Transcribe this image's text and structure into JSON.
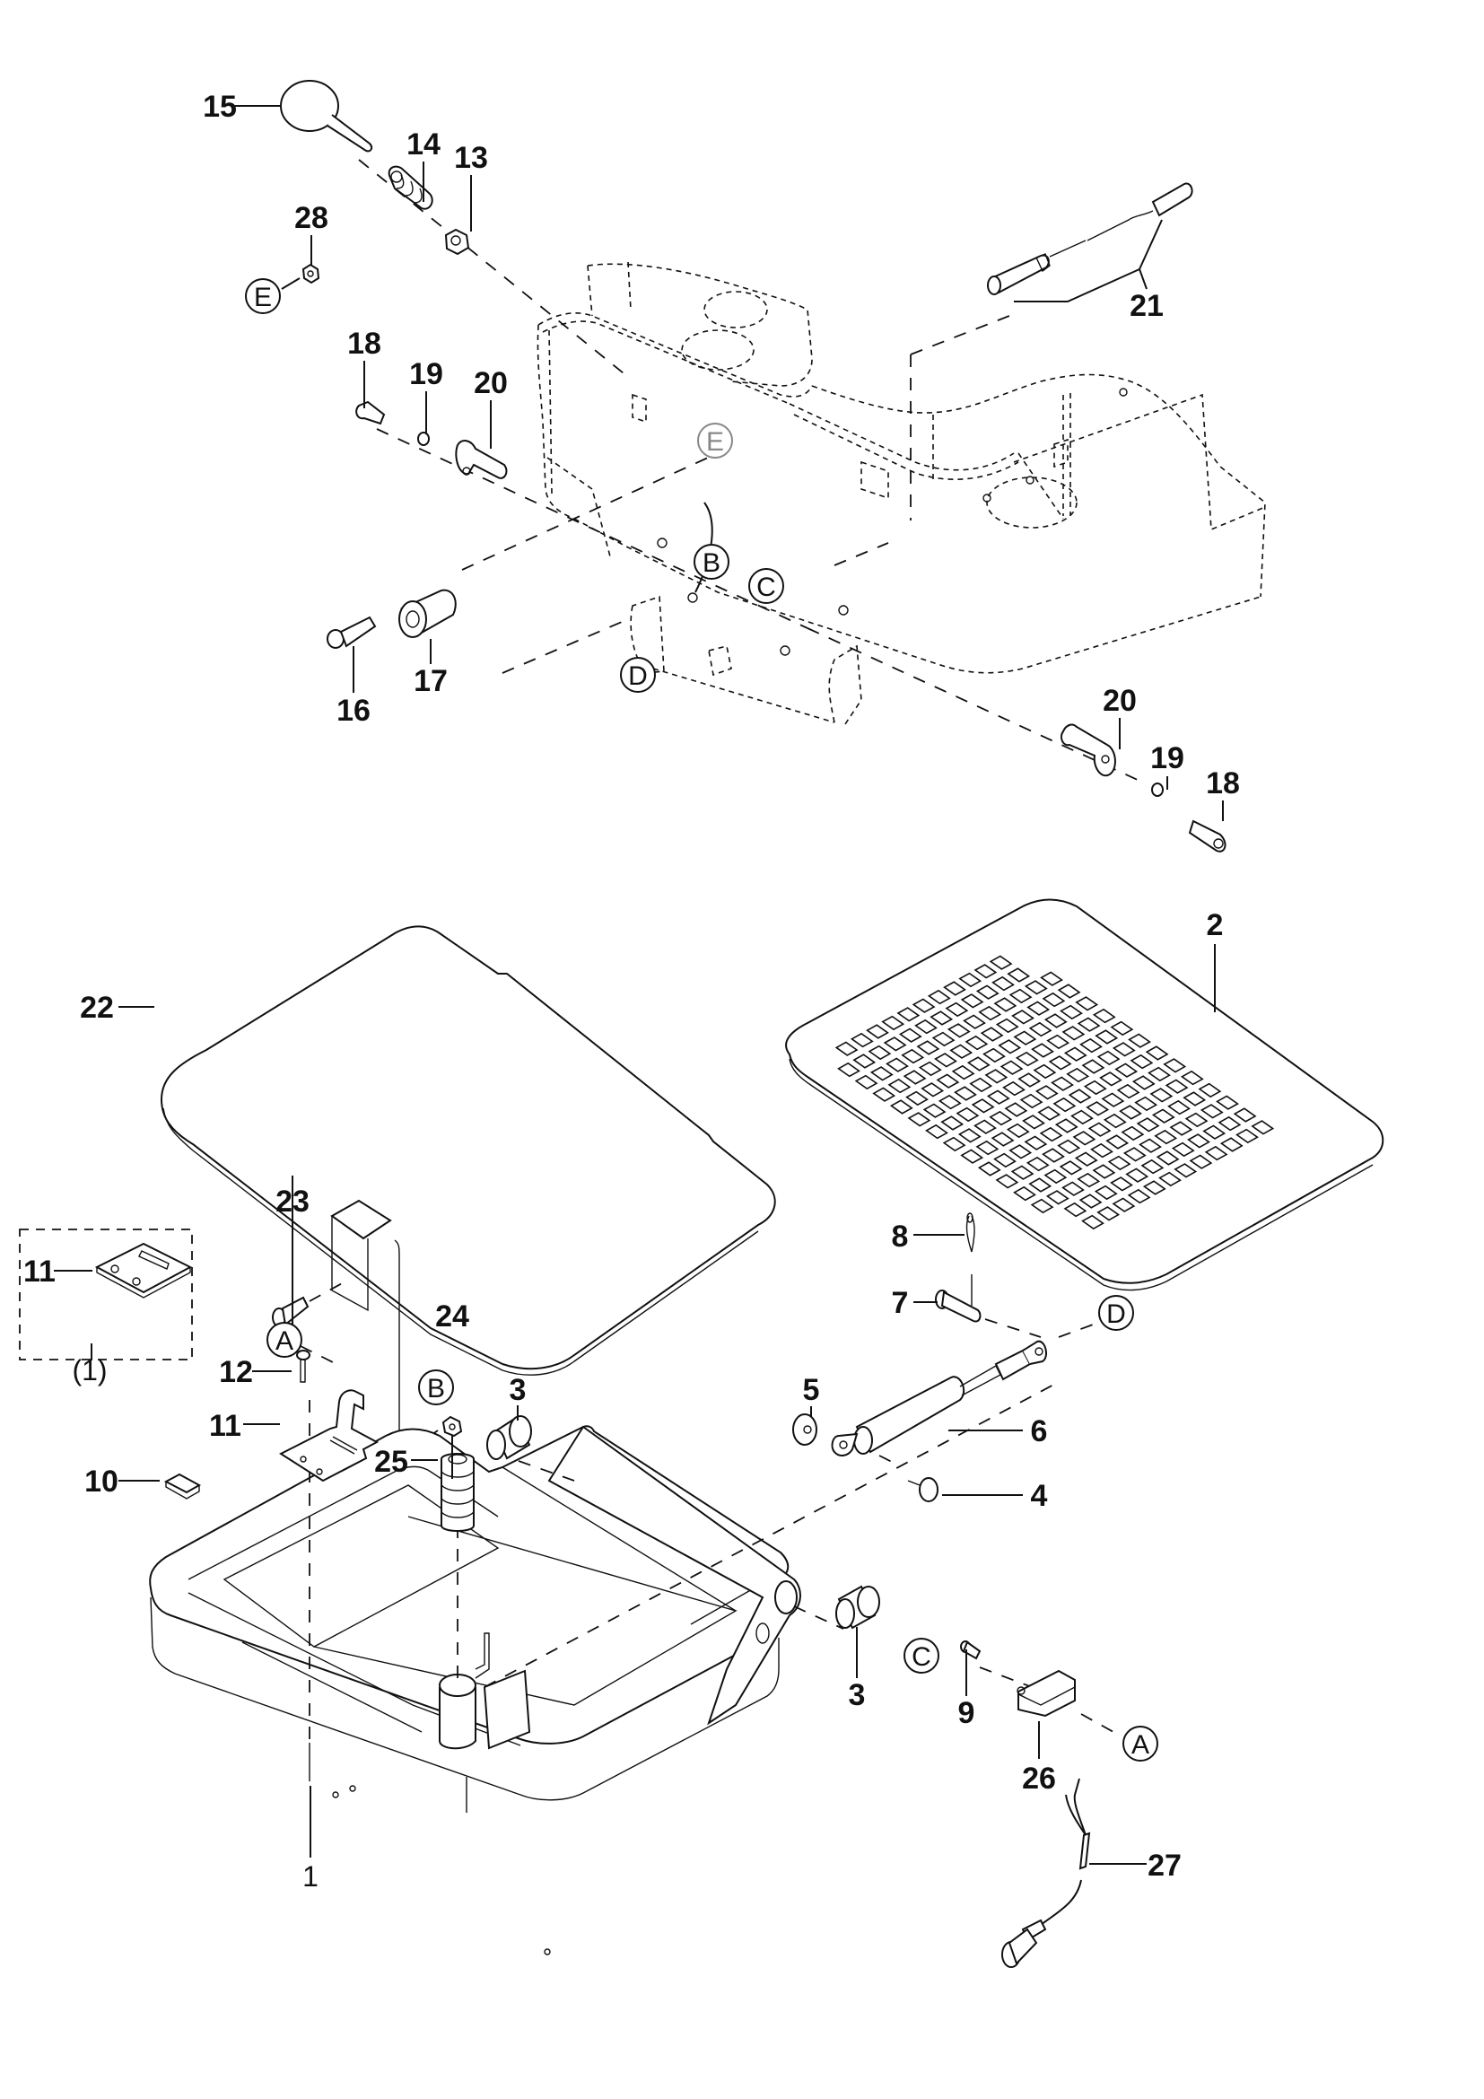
{
  "diagram": {
    "title": "",
    "type": "exploded parts diagram",
    "callouts": [
      {
        "id": "c15",
        "label": "15"
      },
      {
        "id": "c14",
        "label": "14"
      },
      {
        "id": "c13",
        "label": "13"
      },
      {
        "id": "c28",
        "label": "28"
      },
      {
        "id": "c18a",
        "label": "18"
      },
      {
        "id": "c19a",
        "label": "19"
      },
      {
        "id": "c20a",
        "label": "20"
      },
      {
        "id": "c21",
        "label": "21"
      },
      {
        "id": "c16",
        "label": "16"
      },
      {
        "id": "c17",
        "label": "17"
      },
      {
        "id": "c20b",
        "label": "20"
      },
      {
        "id": "c19b",
        "label": "19"
      },
      {
        "id": "c18b",
        "label": "18"
      },
      {
        "id": "c2",
        "label": "2"
      },
      {
        "id": "c22",
        "label": "22"
      },
      {
        "id": "c23",
        "label": "23"
      },
      {
        "id": "c24",
        "label": "24"
      },
      {
        "id": "c11a",
        "label": "11"
      },
      {
        "id": "c1kit",
        "label": "(1)"
      },
      {
        "id": "c8",
        "label": "8"
      },
      {
        "id": "c7",
        "label": "7"
      },
      {
        "id": "c12",
        "label": "12"
      },
      {
        "id": "c5",
        "label": "5"
      },
      {
        "id": "c3a",
        "label": "3"
      },
      {
        "id": "c11b",
        "label": "11"
      },
      {
        "id": "c6",
        "label": "6"
      },
      {
        "id": "c25",
        "label": "25"
      },
      {
        "id": "c10",
        "label": "10"
      },
      {
        "id": "c4",
        "label": "4"
      },
      {
        "id": "c3b",
        "label": "3"
      },
      {
        "id": "c9",
        "label": "9"
      },
      {
        "id": "c26",
        "label": "26"
      },
      {
        "id": "c1",
        "label": "1"
      },
      {
        "id": "c27",
        "label": "27"
      }
    ],
    "reference_markers": [
      {
        "id": "rE1",
        "label": "E",
        "style": "normal"
      },
      {
        "id": "rE2",
        "label": "E",
        "style": "grey"
      },
      {
        "id": "rB1",
        "label": "B",
        "style": "normal"
      },
      {
        "id": "rC1",
        "label": "C",
        "style": "normal"
      },
      {
        "id": "rD1",
        "label": "D",
        "style": "normal"
      },
      {
        "id": "rD2",
        "label": "D",
        "style": "normal"
      },
      {
        "id": "rA1",
        "label": "A",
        "style": "normal"
      },
      {
        "id": "rB2",
        "label": "B",
        "style": "normal"
      },
      {
        "id": "rC2",
        "label": "C",
        "style": "normal"
      },
      {
        "id": "rA2",
        "label": "A",
        "style": "normal"
      }
    ],
    "parts": [
      {
        "part": "1",
        "name": "seat-base-frame"
      },
      {
        "part": "2",
        "name": "floor-mat"
      },
      {
        "part": "3",
        "name": "bushing"
      },
      {
        "part": "4",
        "name": "bolt"
      },
      {
        "part": "5",
        "name": "washer"
      },
      {
        "part": "6",
        "name": "gas-spring"
      },
      {
        "part": "7",
        "name": "clevis-pin"
      },
      {
        "part": "8",
        "name": "cotter-pin"
      },
      {
        "part": "9",
        "name": "screw"
      },
      {
        "part": "10",
        "name": "pad"
      },
      {
        "part": "11",
        "name": "bracket"
      },
      {
        "part": "12",
        "name": "screw"
      },
      {
        "part": "13",
        "name": "nut"
      },
      {
        "part": "14",
        "name": "spring"
      },
      {
        "part": "15",
        "name": "knob"
      },
      {
        "part": "16",
        "name": "bolt"
      },
      {
        "part": "17",
        "name": "spacer"
      },
      {
        "part": "18",
        "name": "bolt"
      },
      {
        "part": "19",
        "name": "washer"
      },
      {
        "part": "20",
        "name": "pivot-pin"
      },
      {
        "part": "21",
        "name": "sensor"
      },
      {
        "part": "22",
        "name": "cover-plate"
      },
      {
        "part": "23",
        "name": "bolt"
      },
      {
        "part": "24",
        "name": "nut"
      },
      {
        "part": "25",
        "name": "spring"
      },
      {
        "part": "26",
        "name": "micro-switch"
      },
      {
        "part": "27",
        "name": "wire-harness"
      },
      {
        "part": "28",
        "name": "nut"
      }
    ]
  }
}
